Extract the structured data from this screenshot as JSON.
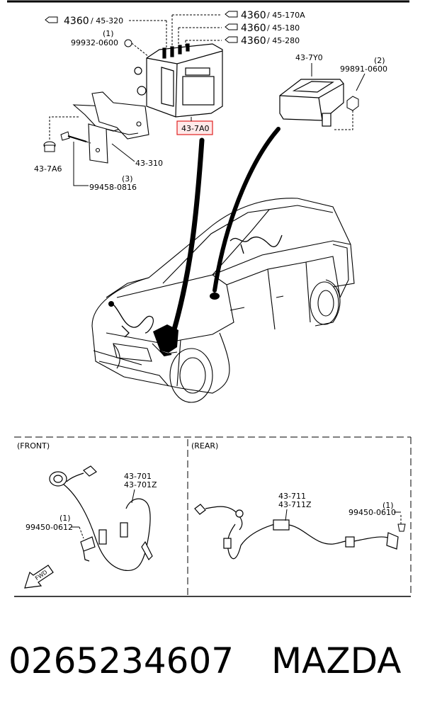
{
  "callouts": {
    "ref_4360_a": "4360",
    "ref_4360_a_sub": "/ 45-320",
    "ref_4360_b": "4360",
    "ref_4360_b_sub": "/ 45-170A",
    "ref_4360_c": "4360",
    "ref_4360_c_sub": "/ 45-180",
    "ref_4360_d": "4360",
    "ref_4360_d_sub": "/ 45-280",
    "qty_1a": "(1)",
    "part_99932": "99932-0600",
    "part_43_7y0": "43-7Y0",
    "qty_2": "(2)",
    "part_99891": "99891-0600",
    "part_43_7a0": "43-7A0",
    "part_43_7a6": "43-7A6",
    "part_43_310": "43-310",
    "qty_3": "(3)",
    "part_99458": "99458-0816",
    "front_701": "43-701",
    "front_701z": "43-701Z",
    "qty_1b": "(1)",
    "part_99450_0612": "99450-0612",
    "rear_711": "43-711",
    "rear_711z": "43-711Z",
    "qty_1c": "(1)",
    "part_99450_0610": "99450-0610",
    "fwd": "FWD"
  },
  "sections": {
    "front": "(FRONT)",
    "rear": "(REAR)"
  },
  "caption": {
    "part_number": "0265234607",
    "brand": "MAZDA"
  },
  "colors": {
    "highlight_border": "#e02020",
    "line": "#000000"
  }
}
